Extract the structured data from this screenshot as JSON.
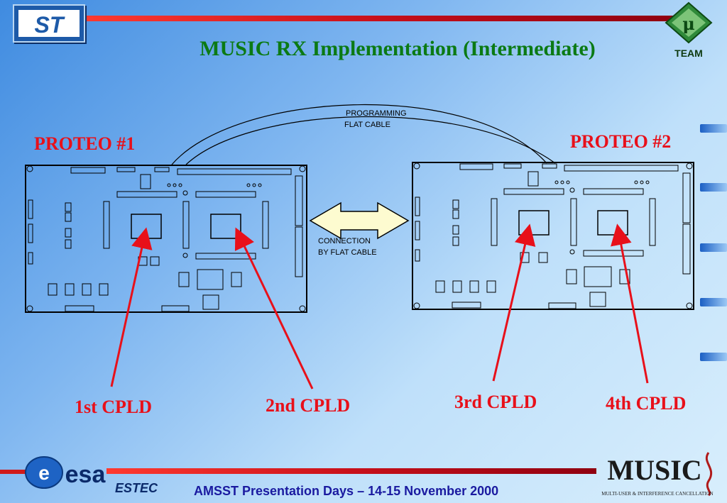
{
  "slide": {
    "title": "MUSIC RX Implementation (Intermediate)",
    "proteo1": "PROTEO #1",
    "proteo2": "PROTEO #2",
    "cable_line1": "PROGRAMMING",
    "cable_line2": "FLAT CABLE",
    "conn_line1": "CONNECTION",
    "conn_line2": "BY FLAT CABLE",
    "cpld1": "1st CPLD",
    "cpld2": "2nd CPLD",
    "cpld3": "3rd CPLD",
    "cpld4": "4th CPLD",
    "footer": "AMSST Presentation Days – 14-15 November 2000"
  },
  "logos": {
    "st": "ST",
    "team": "TEAM",
    "team_mark": "μ",
    "esa": "esa",
    "estec": "ESTEC",
    "music": "MUSIC",
    "music_sub": "MULTI-USER & INTERFERENCE CANCELLATION"
  },
  "colors": {
    "title": "#0b7a14",
    "labels": "#e8101a",
    "footer_text": "#1a1aa0",
    "top_bar": "#c8101a",
    "bottom_bar": "#c8101a"
  }
}
